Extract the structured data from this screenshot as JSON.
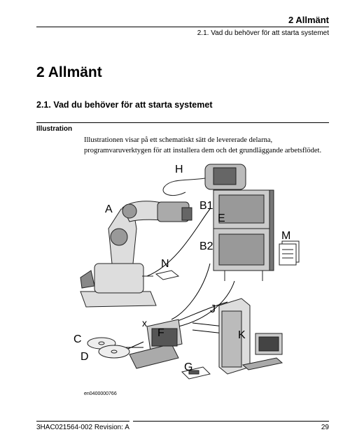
{
  "header": {
    "chapter": "2 Allmänt",
    "section": "2.1. Vad du behöver för att starta systemet"
  },
  "main": {
    "heading1": "2 Allmänt",
    "heading2": "2.1. Vad du behöver för att starta systemet",
    "section_label": "Illustration",
    "body": "Illustrationen visar på ett schematiskt sätt de levererade delarna, programvaruverktygen för att installera dem och det grundläggande arbetsflödet."
  },
  "figure": {
    "callouts": {
      "A": "A",
      "B1": "B1",
      "B2": "B2",
      "C": "C",
      "D": "D",
      "E": "E",
      "F": "F",
      "G": "G",
      "H": "H",
      "J": "J",
      "K": "K",
      "M": "M",
      "N": "N",
      "x": "x"
    },
    "id": "en0400000766"
  },
  "footer": {
    "doc_id": "3HAC021564-002 Revision: A",
    "page": "29"
  }
}
